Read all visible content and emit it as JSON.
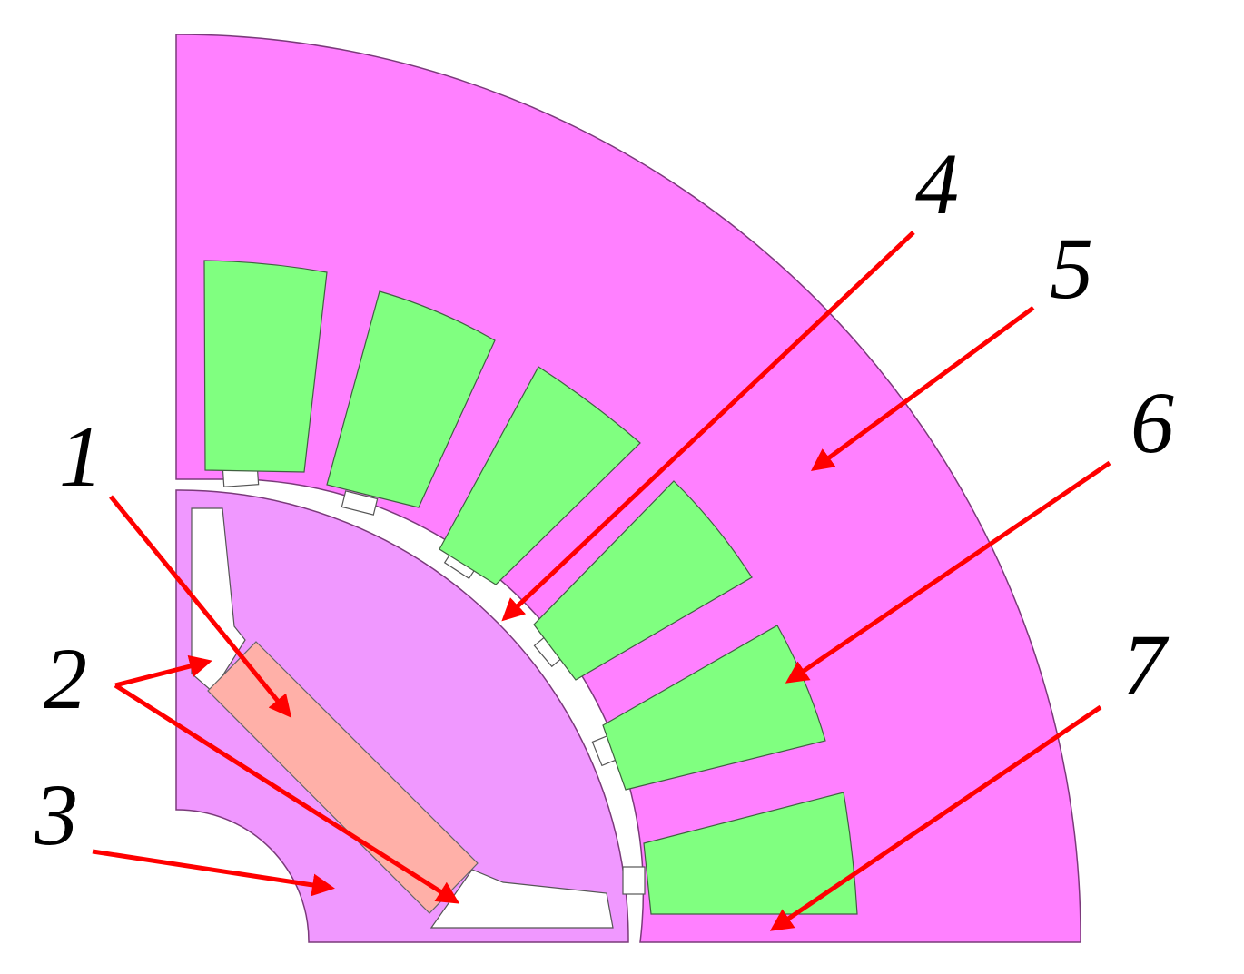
{
  "colors": {
    "stator_core": "#ff80ff",
    "rotor_core": "#f098ff",
    "winding": "#80ff80",
    "permanent_magnet": "#ffb0a8",
    "flux_barrier": "#ffffff",
    "callout": "#ff0000"
  },
  "callouts": {
    "c1": "1",
    "c2": "2",
    "c3": "3",
    "c4": "4",
    "c5": "5",
    "c6": "6",
    "c7": "7"
  }
}
